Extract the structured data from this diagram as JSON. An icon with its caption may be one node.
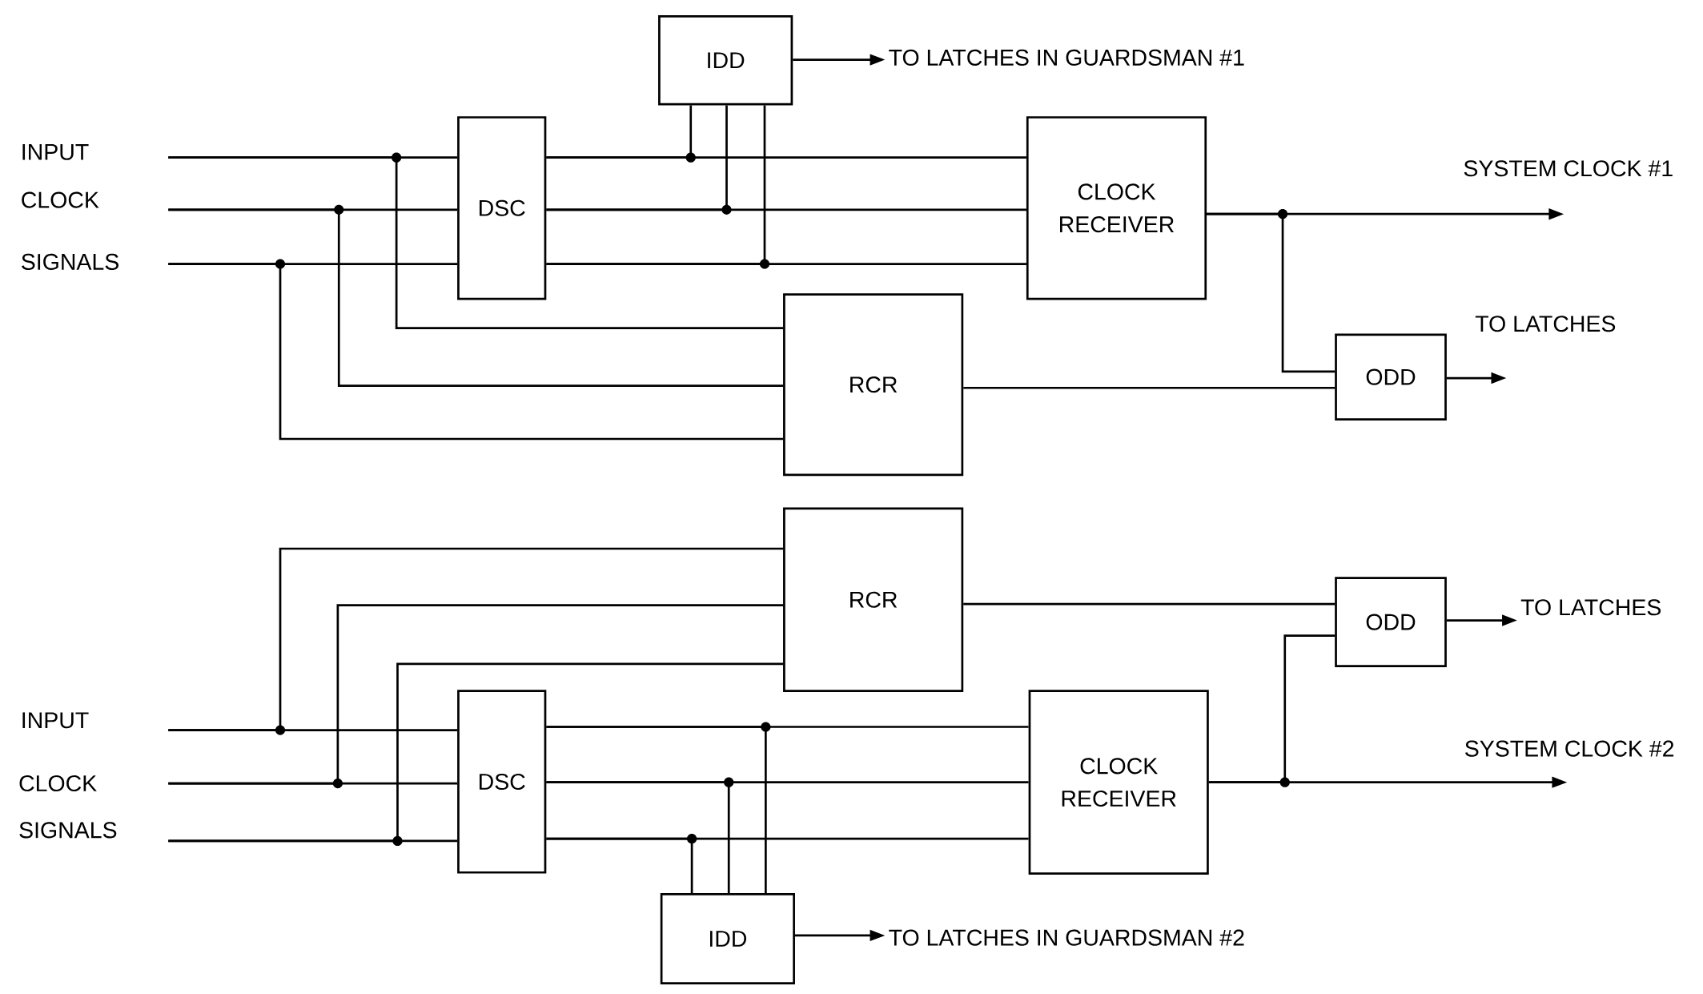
{
  "diagram": {
    "nodes": [
      {
        "text": [
          "IDD"
        ]
      },
      {
        "text": [
          "DSC"
        ]
      },
      {
        "text": [
          "CLOCK RECEIVER"
        ]
      },
      {
        "text": [
          "RCR"
        ]
      },
      {
        "text": [
          "ODD"
        ]
      },
      {
        "text": [
          "TO LATCHES IN GUARDSMAN #1"
        ]
      },
      {
        "text": [
          "RCR"
        ]
      },
      {
        "text": [
          "ODD"
        ]
      },
      {
        "text": [
          "TO LATCHES"
        ]
      },
      {
        "text": [
          "DSC"
        ]
      },
      {
        "text": [
          "CLOCK RECEIVER"
        ]
      },
      {
        "text": [
          "IDD"
        ]
      },
      {
        "text": [
          "TO LATCHES IN GUARDSMAN #2"
        ]
      }
    ],
    "edges": [
      {
        "from": null,
        "to": 1,
        "arrow": "none"
      },
      {
        "from": null,
        "to": 3,
        "arrow": "none"
      },
      {
        "from": null,
        "to": 1,
        "arrow": "none"
      },
      {
        "from": null,
        "to": 3,
        "arrow": "none"
      },
      {
        "from": null,
        "to": 1,
        "arrow": "none"
      },
      {
        "from": null,
        "to": 3,
        "arrow": "none"
      },
      {
        "from": 1,
        "to": 2,
        "arrow": "none"
      },
      {
        "from": 1,
        "to": 0,
        "arrow": "none"
      },
      {
        "from": 1,
        "to": 2,
        "arrow": "none"
      },
      {
        "from": 1,
        "to": 0,
        "arrow": "none"
      },
      {
        "from": 1,
        "to": 2,
        "arrow": "none"
      },
      {
        "from": 1,
        "to": 0,
        "arrow": "none"
      },
      {
        "from": 0,
        "to": 5,
        "arrow": "to"
      },
      {
        "from": 2,
        "to": null,
        "arrow": "to",
        "label": "SYSTEM CLOCK #1"
      },
      {
        "from": 2,
        "to": 4,
        "arrow": "none"
      },
      {
        "from": 3,
        "to": 4,
        "arrow": "none"
      },
      {
        "from": 4,
        "to": null,
        "arrow": "to",
        "label": "TO LATCHES"
      },
      {
        "from": null,
        "to": 9,
        "arrow": "none"
      },
      {
        "from": null,
        "to": 6,
        "arrow": "none"
      },
      {
        "from": null,
        "to": 9,
        "arrow": "none"
      },
      {
        "from": null,
        "to": 6,
        "arrow": "none"
      },
      {
        "from": null,
        "to": 9,
        "arrow": "none"
      },
      {
        "from": null,
        "to": 6,
        "arrow": "none"
      },
      {
        "from": 9,
        "to": 10,
        "arrow": "none"
      },
      {
        "from": 9,
        "to": 11,
        "arrow": "none"
      },
      {
        "from": 9,
        "to": 10,
        "arrow": "none"
      },
      {
        "from": 9,
        "to": 11,
        "arrow": "none"
      },
      {
        "from": 9,
        "to": 10,
        "arrow": "none"
      },
      {
        "from": 9,
        "to": 11,
        "arrow": "none"
      },
      {
        "from": 11,
        "to": 12,
        "arrow": "to"
      },
      {
        "from": 10,
        "to": null,
        "arrow": "to",
        "label": "SYSTEM CLOCK #2"
      },
      {
        "from": 10,
        "to": 7,
        "arrow": "none"
      },
      {
        "from": 6,
        "to": 7,
        "arrow": "none"
      },
      {
        "from": 7,
        "to": 8,
        "arrow": "to"
      }
    ],
    "labels": [
      "INPUT",
      "CLOCK",
      "SIGNALS",
      "INPUT",
      "CLOCK",
      "SIGNALS"
    ]
  }
}
